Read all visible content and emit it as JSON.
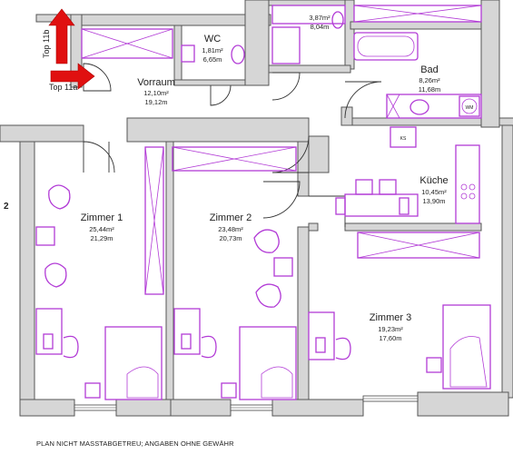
{
  "rooms": {
    "vorraum": {
      "name": "Vorraum",
      "area": "12,10m²",
      "perimeter": "19,12m"
    },
    "wc": {
      "name": "WC",
      "area": "1,81m²",
      "perimeter": "6,65m"
    },
    "top_room": {
      "area": "3,87m²",
      "perimeter": "8,04m"
    },
    "bad": {
      "name": "Bad",
      "area": "8,26m²",
      "perimeter": "11,68m"
    },
    "kueche": {
      "name": "Küche",
      "area": "10,45m²",
      "perimeter": "13,90m"
    },
    "zimmer1": {
      "name": "Zimmer 1",
      "area": "25,44m²",
      "perimeter": "21,29m"
    },
    "zimmer2": {
      "name": "Zimmer 2",
      "area": "23,48m²",
      "perimeter": "20,73m"
    },
    "zimmer3": {
      "name": "Zimmer 3",
      "area": "19,23m²",
      "perimeter": "17,60m"
    }
  },
  "markers": {
    "top_vertical": "Top 11b",
    "top_horizontal": "Top 11a",
    "side_number": "2"
  },
  "appliance_labels": {
    "wm": "WM",
    "ks": "KS"
  },
  "footer_text": "PLAN NICHT MASSTABGETREU; ANGABEN OHNE GEWÄHR",
  "colors": {
    "wall_fill": "#d6d6d6",
    "furniture": "#b23bd6",
    "arrow": "#e01010"
  }
}
